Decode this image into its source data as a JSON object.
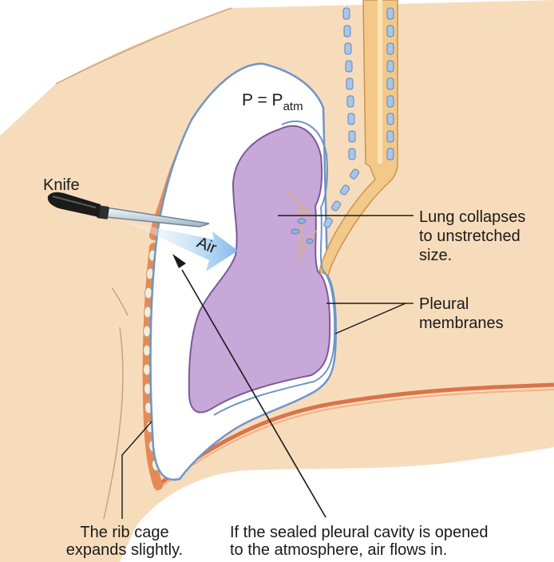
{
  "labels": {
    "pressure_prefix": "P = P",
    "pressure_subscript": "atm",
    "knife": "Knife",
    "air": "Air",
    "lung_line1": "Lung collapses",
    "lung_line2": "to unstretched",
    "lung_line3": "size.",
    "pleural_line1": "Pleural",
    "pleural_line2": "membranes"
  },
  "captions": {
    "rib_line1": "The rib cage",
    "rib_line2": "expands slightly.",
    "cavity_line1": "If the sealed pleural cavity is opened",
    "cavity_line2": "to the atmosphere, air flows in."
  },
  "colors": {
    "skin": "#f7dcbc",
    "lung": "#c8a8d9",
    "lung_outline": "#7a5a9a",
    "pleura": "#6f95c9",
    "rib": "#e58a55",
    "airway": "#f3c98a",
    "air_arrow": "#8dc0ec"
  },
  "icons": [
    "knife-icon",
    "air-arrow-icon"
  ]
}
